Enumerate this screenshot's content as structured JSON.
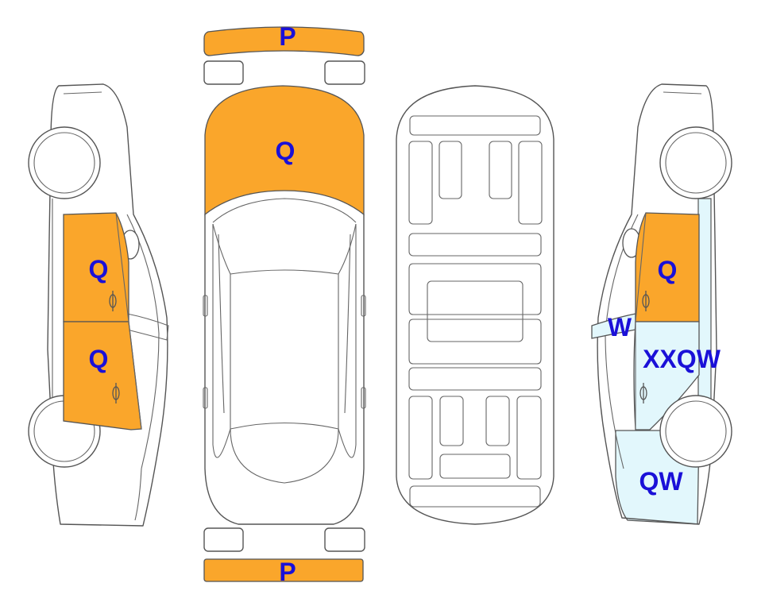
{
  "colors": {
    "damaged": "#FAA62B",
    "repaired": "#E2F7FC",
    "label": "#1A10D8",
    "outline": "#555555",
    "background": "#ffffff"
  },
  "labels": {
    "front_bumper": "P",
    "rear_bumper": "P",
    "hood": "Q",
    "left_front_door": "Q",
    "left_rear_door": "Q",
    "right_front_door": "Q",
    "right_mirror_area": "W",
    "right_rear_door": "XXQW",
    "right_rear_quarter": "QW"
  }
}
